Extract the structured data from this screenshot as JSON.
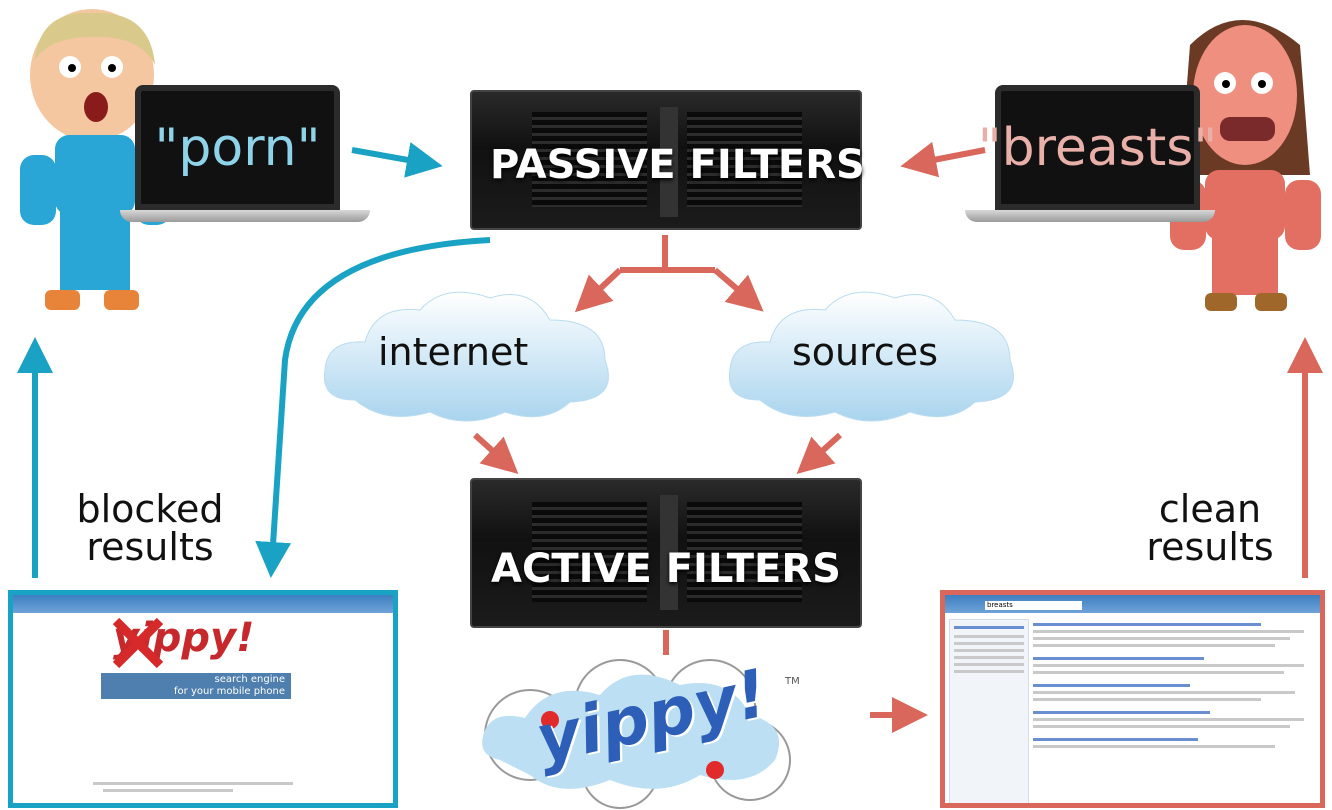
{
  "colors": {
    "blocked_path": "#1aa2c4",
    "clean_path": "#d9675c",
    "server_text": "#ffffff",
    "blocked_screen_text": "#8fd3e8",
    "clean_screen_text": "#e8b0a8"
  },
  "left_query": {
    "text": "\"porn\""
  },
  "right_query": {
    "text": "\"breasts\""
  },
  "passive_server": {
    "label": "PASSIVE FILTERS"
  },
  "active_server": {
    "label": "ACTIVE FILTERS"
  },
  "clouds": [
    {
      "label": "internet"
    },
    {
      "label": "sources"
    }
  ],
  "captions": {
    "blocked": [
      "blocked",
      "results"
    ],
    "clean": [
      "clean",
      "results"
    ]
  },
  "logo": {
    "text": "yippy!",
    "tm": "TM"
  },
  "left_browser": {
    "logo": "yippy!",
    "banner_line1": "search engine",
    "banner_line2": "for your mobile phone"
  },
  "right_browser": {
    "search_value": "breasts"
  }
}
